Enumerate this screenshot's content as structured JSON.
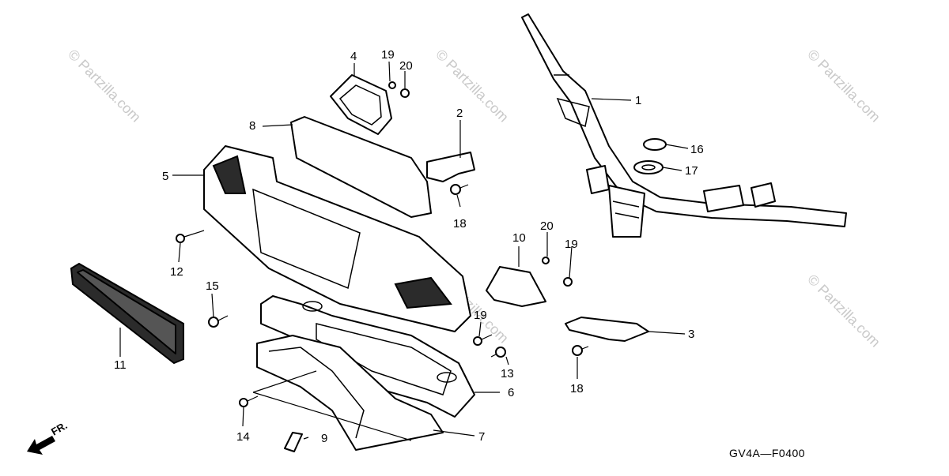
{
  "diagram_code": "GV4A—F0400",
  "front_marker": "FR.",
  "watermark": "© Partzilla.com",
  "callouts": [
    "1",
    "2",
    "3",
    "4",
    "5",
    "6",
    "7",
    "8",
    "9",
    "10",
    "11",
    "12",
    "13",
    "14",
    "15",
    "16",
    "17",
    "18",
    "18",
    "19",
    "19",
    "19",
    "20",
    "20"
  ]
}
